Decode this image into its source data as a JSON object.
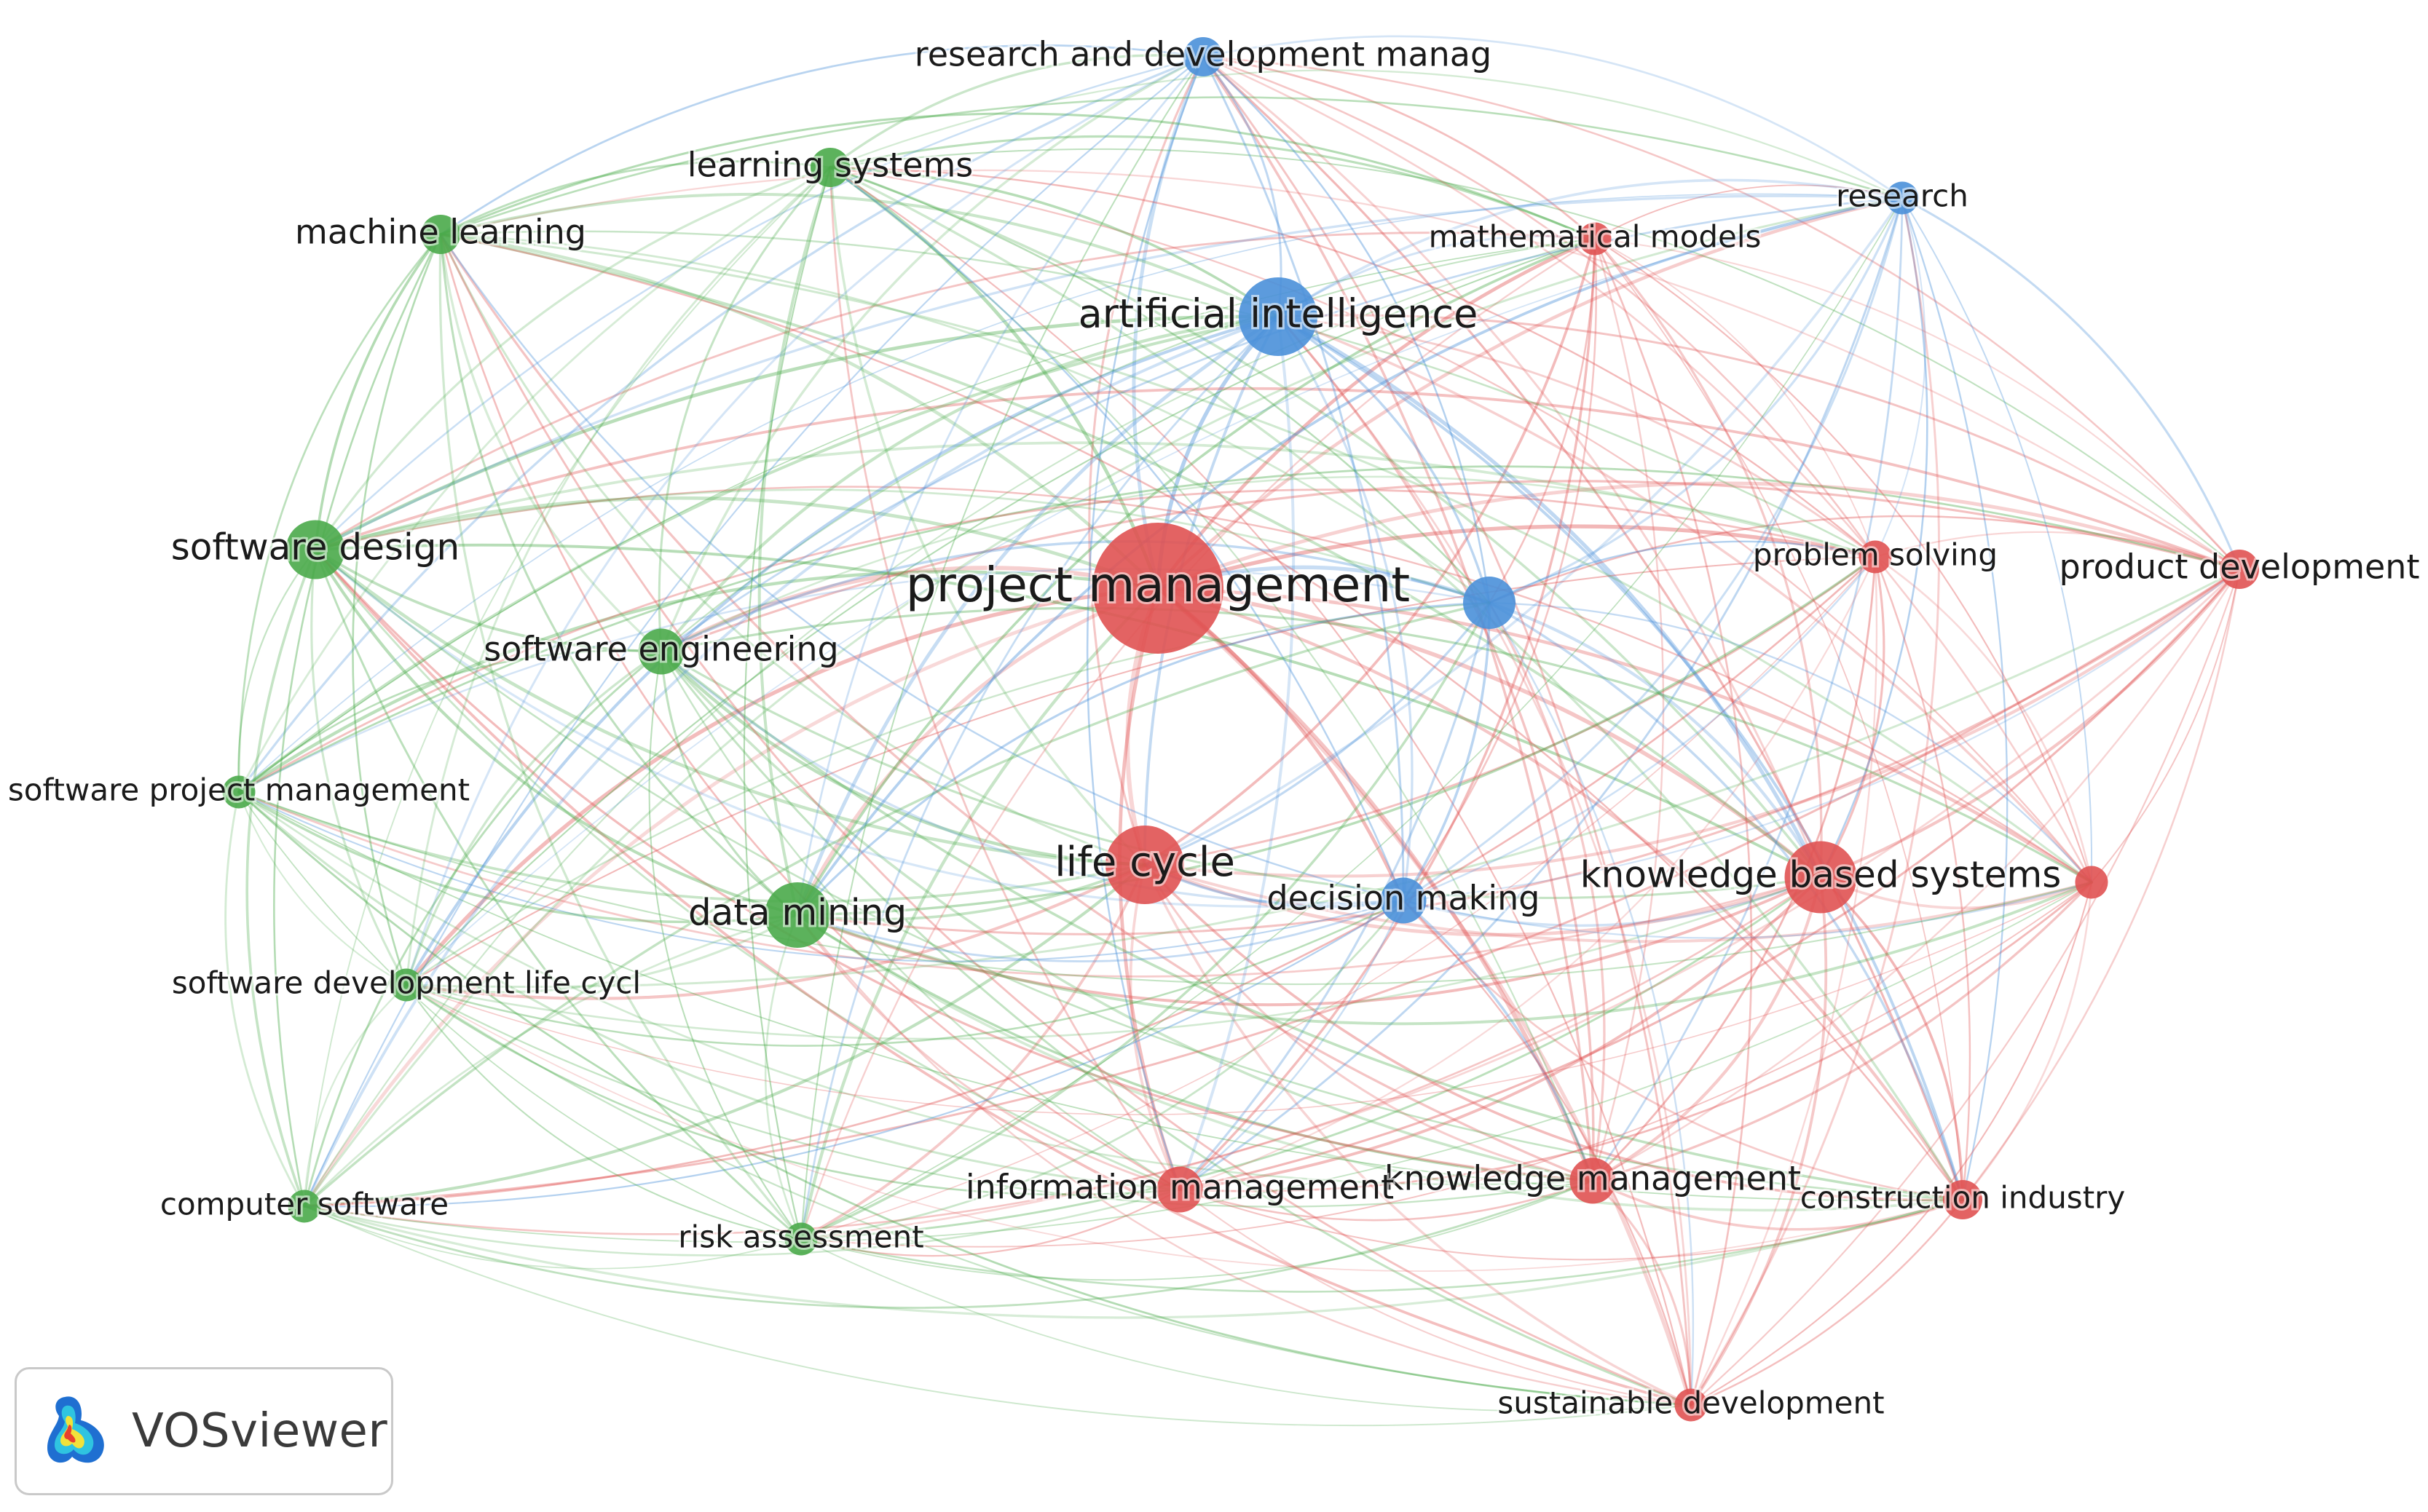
{
  "app": {
    "brand_name": "VOSviewer",
    "brand_icon": "vosviewer-logo-icon"
  },
  "colors": {
    "cluster_1": "#e05252",
    "cluster_2": "#4aaa4a",
    "cluster_3": "#4a90d9"
  },
  "nodes": [
    {
      "id": "project-management",
      "label": "project management",
      "cluster": 1,
      "weight": 10
    },
    {
      "id": "life-cycle",
      "label": "life cycle",
      "cluster": 1,
      "weight": 6
    },
    {
      "id": "knowledge-based-systems",
      "label": "knowledge based systems",
      "cluster": 1,
      "weight": 5.5
    },
    {
      "id": "knowledge-management",
      "label": "knowledge management",
      "cluster": 1,
      "weight": 3.5
    },
    {
      "id": "information-management",
      "label": "information management",
      "cluster": 1,
      "weight": 3.5
    },
    {
      "id": "construction-industry",
      "label": "construction industry",
      "cluster": 1,
      "weight": 3
    },
    {
      "id": "sustainable-development",
      "label": "sustainable development",
      "cluster": 1,
      "weight": 2.5
    },
    {
      "id": "product-development",
      "label": "product development",
      "cluster": 1,
      "weight": 3
    },
    {
      "id": "problem-solving",
      "label": "problem solving",
      "cluster": 1,
      "weight": 2.5
    },
    {
      "id": "mathematical-models",
      "label": "mathematical models",
      "cluster": 1,
      "weight": 2.5
    },
    {
      "id": "unlabeled-red",
      "label": "",
      "cluster": 1,
      "weight": 2.5
    },
    {
      "id": "artificial-intelligence",
      "label": "artificial intelligence",
      "cluster": 3,
      "weight": 6
    },
    {
      "id": "research-and-development-manag",
      "label": "research and development manag",
      "cluster": 3,
      "weight": 3
    },
    {
      "id": "research",
      "label": "research",
      "cluster": 3,
      "weight": 2.5
    },
    {
      "id": "decision-making",
      "label": "decision making",
      "cluster": 3,
      "weight": 3.5
    },
    {
      "id": "unlabeled-blue",
      "label": "",
      "cluster": 3,
      "weight": 4
    },
    {
      "id": "data-mining",
      "label": "data mining",
      "cluster": 2,
      "weight": 5
    },
    {
      "id": "software-design",
      "label": "software design",
      "cluster": 2,
      "weight": 4.5
    },
    {
      "id": "software-engineering",
      "label": "software engineering",
      "cluster": 2,
      "weight": 3.5
    },
    {
      "id": "learning-systems",
      "label": "learning systems",
      "cluster": 2,
      "weight": 3
    },
    {
      "id": "machine-learning",
      "label": "machine learning",
      "cluster": 2,
      "weight": 3
    },
    {
      "id": "software-project-management",
      "label": "software project management",
      "cluster": 2,
      "weight": 2.5
    },
    {
      "id": "software-development-life-cycl",
      "label": "software development life cycl",
      "cluster": 2,
      "weight": 2.5
    },
    {
      "id": "computer-software",
      "label": "computer software",
      "cluster": 2,
      "weight": 2.5
    },
    {
      "id": "risk-assessment",
      "label": "risk assessment",
      "cluster": 2,
      "weight": 2.5
    }
  ]
}
